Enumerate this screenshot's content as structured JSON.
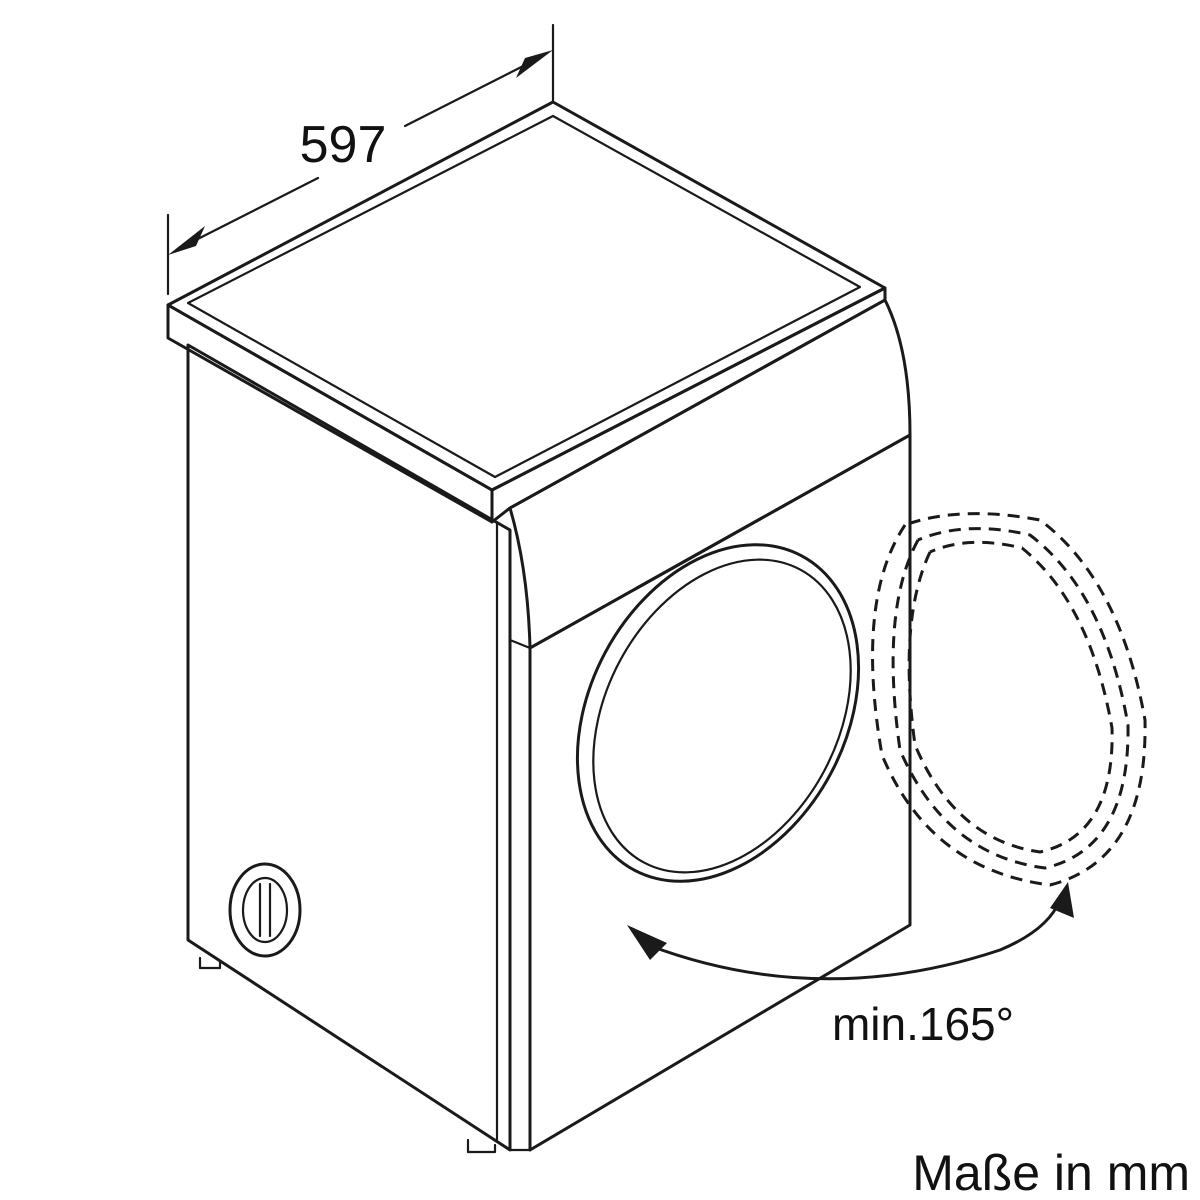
{
  "dimension_width": "597",
  "door_angle": "min.165°",
  "units_note": "Maße in mm",
  "colors": {
    "line": "#1a1a1a",
    "background": "#ffffff"
  }
}
